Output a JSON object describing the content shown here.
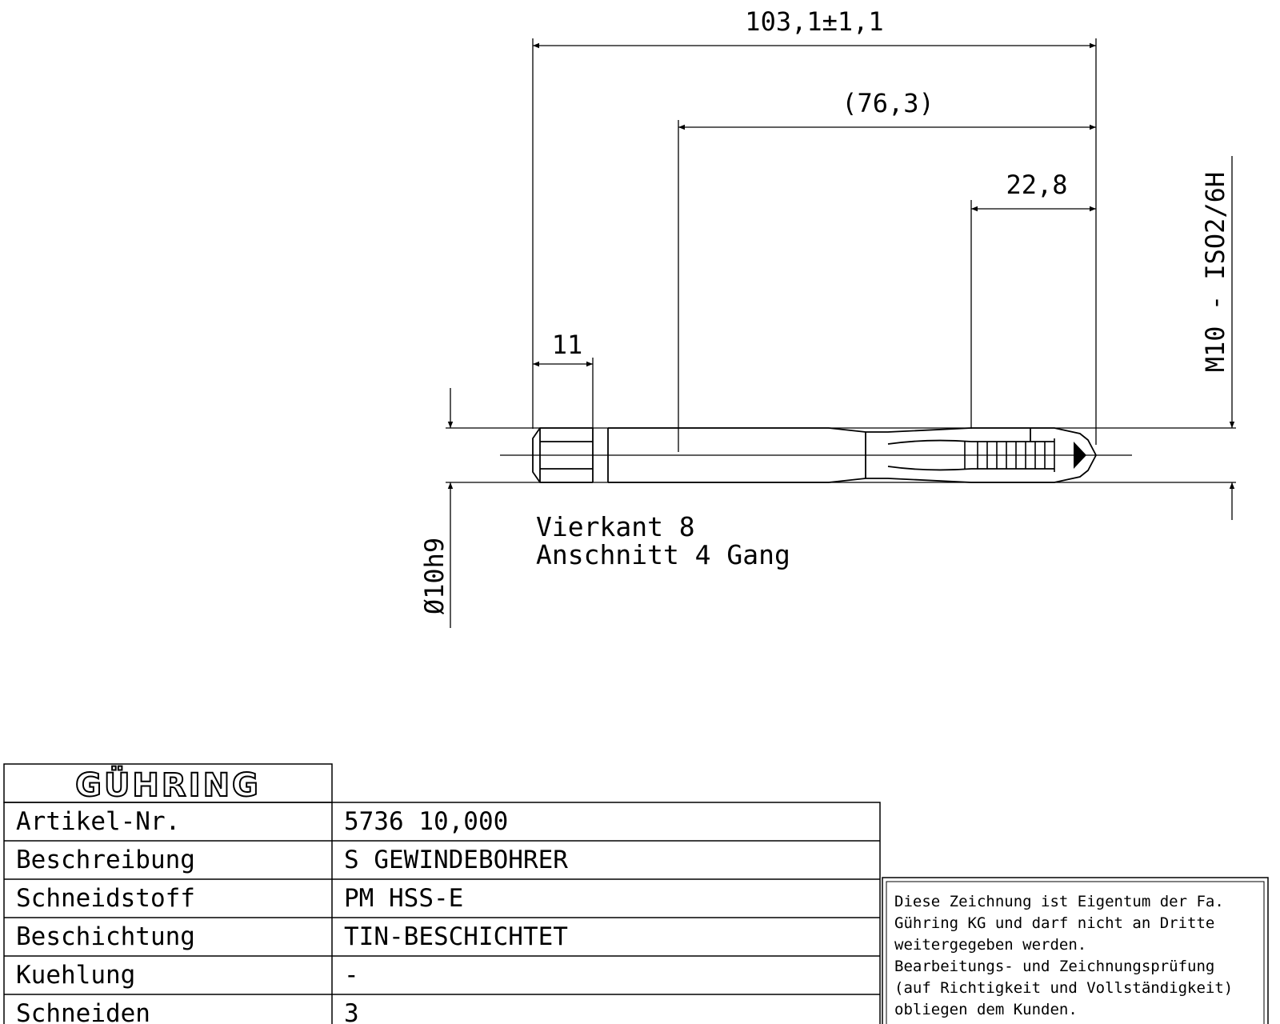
{
  "drawing": {
    "dimensions": {
      "overall_length": "103,1±1,1",
      "shank_to_tip": "(76,3)",
      "thread_length": "22,8",
      "square_length": "11",
      "shank_diameter": "Ø10h9",
      "thread_spec": "M10 - ISO2/6H"
    },
    "notes": [
      "Vierkant 8",
      "Anschnitt 4 Gang"
    ]
  },
  "title_block": {
    "logo_text": "GÜHRING",
    "rows": [
      {
        "label": "Artikel-Nr.",
        "value": "5736 10,000"
      },
      {
        "label": "Beschreibung",
        "value": "S GEWINDEBOHRER"
      },
      {
        "label": "Schneidstoff",
        "value": "PM HSS-E"
      },
      {
        "label": "Beschichtung",
        "value": "TIN-BESCHICHTET"
      },
      {
        "label": "Kuehlung",
        "value": "-"
      },
      {
        "label": "Schneiden",
        "value": "3"
      }
    ]
  },
  "disclaimer": [
    "Diese Zeichnung ist Eigentum der Fa.",
    "Gühring KG und darf nicht an Dritte",
    "weitergegeben werden.",
    "Bearbeitungs- und Zeichnungsprüfung",
    "(auf Richtigkeit und Vollständigkeit)",
    "obliegen dem Kunden."
  ]
}
